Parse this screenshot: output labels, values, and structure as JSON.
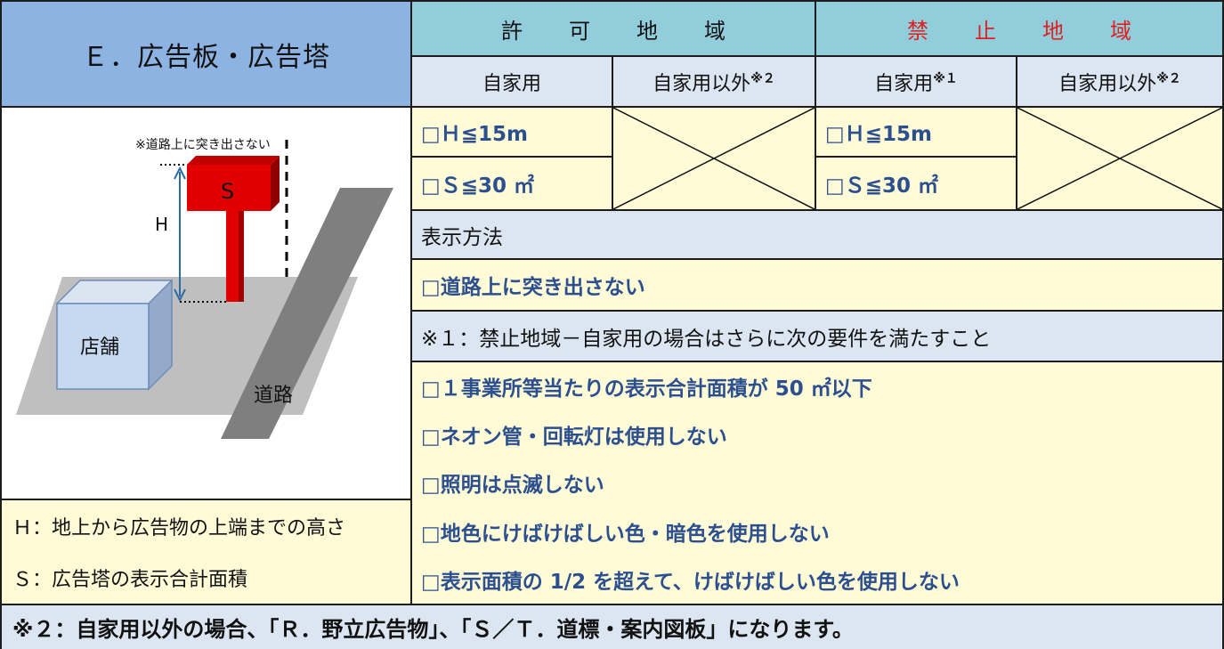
{
  "title": "Ｅ．広告板・広告塔",
  "headers": {
    "permitted": "許　可　地　域",
    "prohibited": "禁　止　地　域",
    "colors": {
      "prohibited_text": "#e02020",
      "criteria_text": "#2b4f8f"
    }
  },
  "subheaders": {
    "own_use": "自家用",
    "other_use": "自家用以外",
    "other_use_mark": "※２",
    "own_use_prohibited": "自家用",
    "own_use_prohibited_mark": "※１",
    "other_use_prohibited": "自家用以外",
    "other_use_prohibited_mark": "※２"
  },
  "criteria": {
    "permitted_height": "□Ｈ≦15m",
    "permitted_area": "□Ｓ≦30 ㎡",
    "prohibited_height": "□Ｈ≦15m",
    "prohibited_area": "□Ｓ≦30 ㎡"
  },
  "display_method": {
    "label": "表示方法",
    "rule": "□道路上に突き出さない"
  },
  "note1": {
    "label": "※１：禁止地域－自家用の場合はさらに次の要件を満たすこと",
    "items": [
      "□１事業所等当たりの表示合計面積が 50 ㎡以下",
      "□ネオン管・回転灯は使用しない",
      "□照明は点滅しない",
      "□地色にけばけばしい色・暗色を使用しない",
      "□表示面積の 1/2 を超えて、けばけばしい色を使用しない"
    ]
  },
  "diagram": {
    "caption": "※道路上に突き出さない",
    "sign_letter": "S",
    "height_letter": "H",
    "store_label": "店舗",
    "road_label": "道路"
  },
  "legend": {
    "h": "Ｈ：地上から広告物の上端までの高さ",
    "s": "Ｓ：広告塔の表示合計面積"
  },
  "footer": "※２：自家用以外の場合、「Ｒ．野立広告物」、「Ｓ／Ｔ．道標・案内図板」になります。"
}
